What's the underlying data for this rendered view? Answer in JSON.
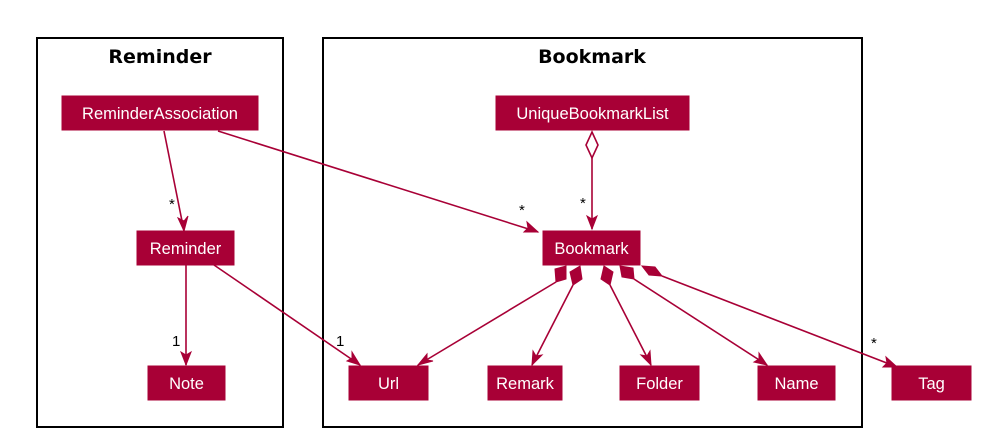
{
  "diagram": {
    "packages": [
      {
        "id": "reminder-pkg",
        "title": "Reminder"
      },
      {
        "id": "bookmark-pkg",
        "title": "Bookmark"
      }
    ],
    "classes": [
      {
        "id": "ReminderAssociation",
        "label": "ReminderAssociation"
      },
      {
        "id": "Reminder",
        "label": "Reminder"
      },
      {
        "id": "Note",
        "label": "Note"
      },
      {
        "id": "UniqueBookmarkList",
        "label": "UniqueBookmarkList"
      },
      {
        "id": "Bookmark",
        "label": "Bookmark"
      },
      {
        "id": "Url",
        "label": "Url"
      },
      {
        "id": "Remark",
        "label": "Remark"
      },
      {
        "id": "Folder",
        "label": "Folder"
      },
      {
        "id": "Name",
        "label": "Name"
      },
      {
        "id": "Tag",
        "label": "Tag"
      }
    ],
    "relations": [
      {
        "from": "ReminderAssociation",
        "to": "Reminder",
        "kind": "association",
        "multiplicity": "*"
      },
      {
        "from": "ReminderAssociation",
        "to": "Bookmark",
        "kind": "association",
        "multiplicity": "*"
      },
      {
        "from": "Reminder",
        "to": "Note",
        "kind": "association",
        "multiplicity": "1"
      },
      {
        "from": "Reminder",
        "to": "Url",
        "kind": "association",
        "multiplicity": "1"
      },
      {
        "from": "UniqueBookmarkList",
        "to": "Bookmark",
        "kind": "aggregation",
        "multiplicity": "*"
      },
      {
        "from": "Bookmark",
        "to": "Url",
        "kind": "composition",
        "multiplicity": ""
      },
      {
        "from": "Bookmark",
        "to": "Remark",
        "kind": "composition",
        "multiplicity": ""
      },
      {
        "from": "Bookmark",
        "to": "Folder",
        "kind": "composition",
        "multiplicity": ""
      },
      {
        "from": "Bookmark",
        "to": "Name",
        "kind": "composition",
        "multiplicity": ""
      },
      {
        "from": "Bookmark",
        "to": "Tag",
        "kind": "composition",
        "multiplicity": "*"
      }
    ]
  },
  "colors": {
    "class_fill": "#A80036",
    "class_text": "#FFFFFF",
    "edge": "#A80036",
    "frame": "#000000"
  }
}
